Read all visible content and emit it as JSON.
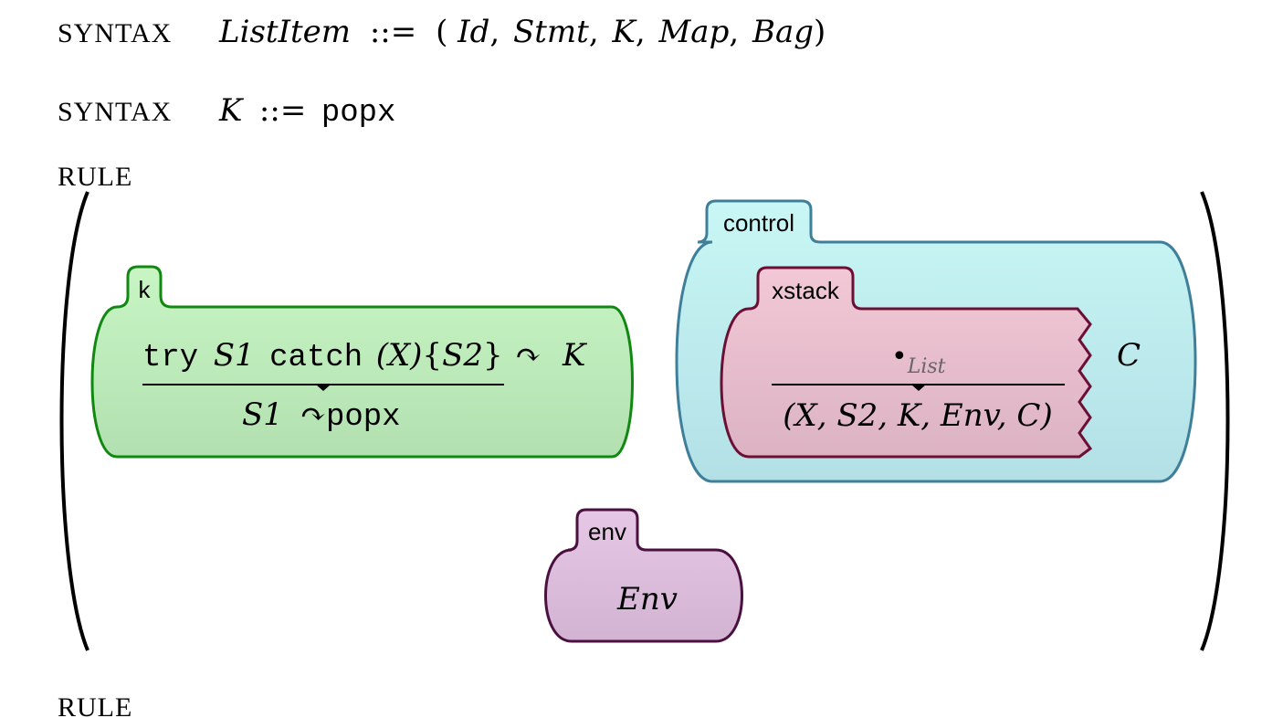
{
  "syntax1": {
    "keyword": "SYNTAX",
    "lhs": "ListItem",
    "def": "::=",
    "open": "(",
    "items": [
      "Id",
      "Stmt",
      "K",
      "Map",
      "Bag"
    ],
    "sep": ",",
    "close": ")"
  },
  "syntax2": {
    "keyword": "SYNTAX",
    "lhs": "K",
    "def": "::=",
    "rhs": "popx"
  },
  "rule1": {
    "keyword": "RULE",
    "k_cell": {
      "label": "k",
      "top_try": "try",
      "top_s1": "S1",
      "top_catch": "catch",
      "top_x": "(X)",
      "top_open": "{",
      "top_s2": "S2",
      "top_close": "}",
      "arrow": "↷",
      "rest": "K",
      "bottom_s1": "S1",
      "bottom_arrow": "↷",
      "bottom_popx": "popx"
    },
    "control_cell": {
      "label": "control",
      "rest": "C",
      "xstack_cell": {
        "label": "xstack",
        "top_dot": "•",
        "top_sub": "List",
        "bottom": "(X, S2, K, Env, C)"
      }
    },
    "env_cell": {
      "label": "env",
      "content": "Env"
    },
    "paren_open": "(",
    "paren_close": ")"
  },
  "rule2": {
    "keyword": "RULE"
  },
  "colors": {
    "k_stroke": "#118811",
    "k_fill_top": "#c8f5c4",
    "k_fill_bottom": "#b3e0b0",
    "control_stroke": "#3f7f9a",
    "control_fill_top": "#c8f7f5",
    "control_fill_bottom": "#b3e0e6",
    "xstack_stroke": "#6b0f35",
    "xstack_fill_top": "#f2c8d6",
    "xstack_fill_bottom": "#dcb3c3",
    "env_stroke": "#4a1040",
    "env_fill_top": "#e6c8e6",
    "env_fill_bottom": "#d2b3d2"
  }
}
